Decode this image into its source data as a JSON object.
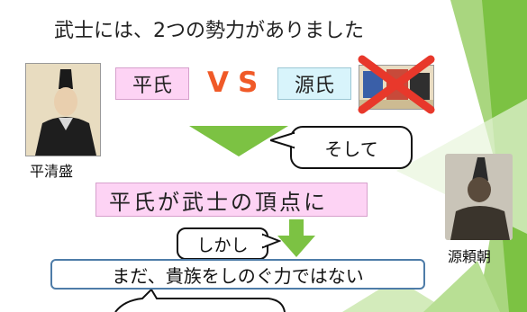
{
  "slide": {
    "title": "武士には、2つの勢力がありました",
    "heike_label": "平氏",
    "vs_text": "VS",
    "genji_label": "源氏",
    "soshite_bubble": "そして",
    "kiyomori_caption": "平清盛",
    "apex_text": "平氏が武士の頂点に",
    "shikashi_bubble": "しかし",
    "yoritomo_caption": "源頼朝",
    "not_yet_text": "まだ、貴族をしのぐ力ではない"
  },
  "colors": {
    "accent_green": "#7cc243",
    "vs_orange": "#f05a28",
    "pink_box": "#fdd3f4",
    "blue_box": "#d8f4fb",
    "cross_red": "#e8382b"
  },
  "icons": [
    "down-arrow-icon",
    "cross-mark-icon"
  ]
}
